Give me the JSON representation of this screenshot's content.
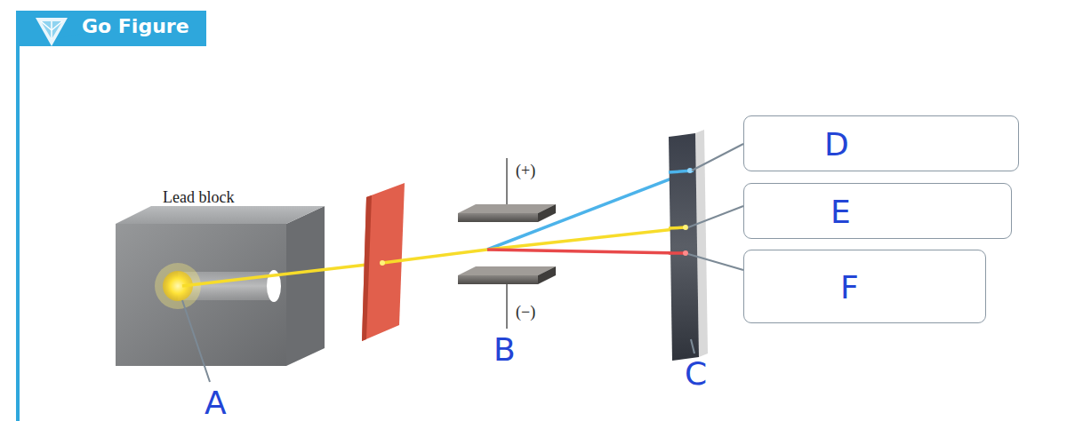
{
  "diagram": {
    "title": "Go Figure",
    "nodes": [
      {
        "text": [
          "D"
        ]
      },
      {
        "text": [
          "E"
        ]
      },
      {
        "text": [
          "F"
        ]
      }
    ],
    "labels": [
      "Lead block",
      "(+)",
      "(−)",
      "A",
      "B",
      "C"
    ]
  }
}
